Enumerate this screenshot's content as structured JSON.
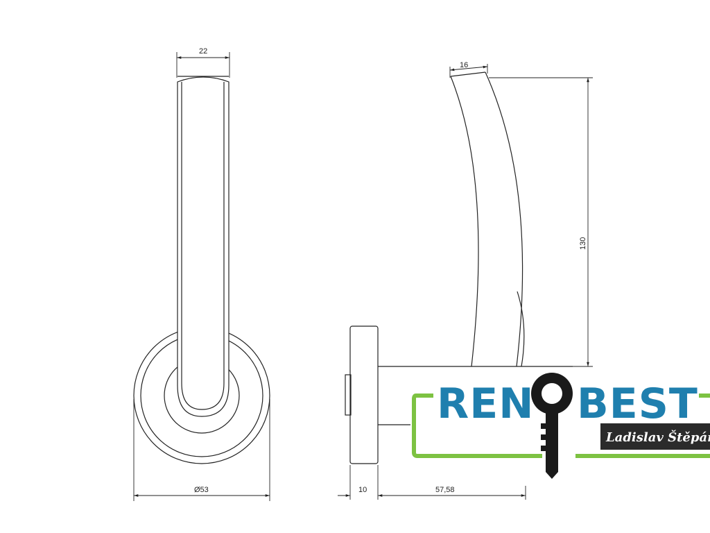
{
  "dimensions": {
    "front_width": "22",
    "side_thickness": "16",
    "height": "130",
    "rosette_diameter": "Ø53",
    "rosette_thickness": "10",
    "projection": "57,58"
  },
  "logo": {
    "text_left": "REN",
    "text_right": "BEST",
    "signature": "Ladislav Štěpán",
    "colors": {
      "text": "#1f7fae",
      "frame": "#7dc242",
      "key": "#1a1a1a",
      "signature_bg": "#2b2b2b"
    }
  }
}
